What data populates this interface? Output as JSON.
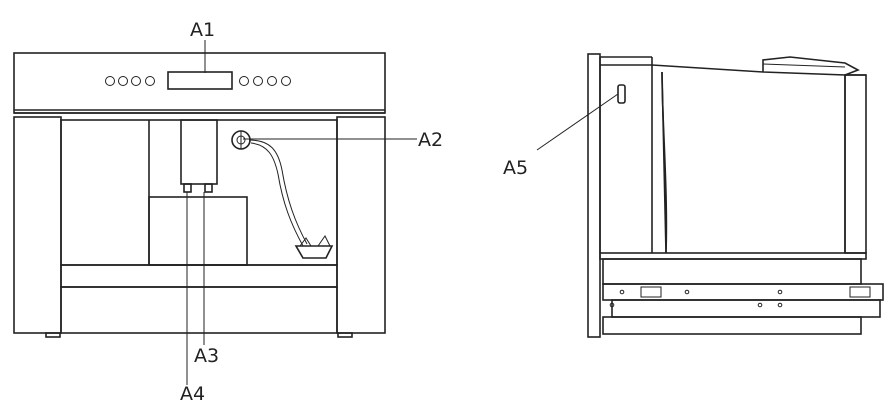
{
  "labels": {
    "a1": "A1",
    "a2": "A2",
    "a3": "A3",
    "a4": "A4",
    "a5": "A5"
  },
  "colors": {
    "line": "#222222",
    "background": "#ffffff"
  }
}
